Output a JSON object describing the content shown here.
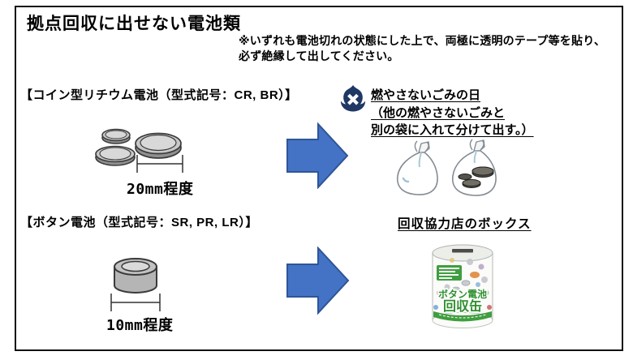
{
  "document": {
    "title": "拠点回収に出せない電池類",
    "note": {
      "line1": "※いずれも電池切れの状態にした上で、両極に透明のテープ等を貼り、",
      "line2": "必ず絶縁して出してください。"
    }
  },
  "coin_battery_section": {
    "heading": "【コイン型リチウム電池（型式記号：CR, BR）】",
    "size_label": "20mm程度",
    "disposal": {
      "icon": "non-burnable-garbage-flame-with-cross",
      "line1": "燃やさないごみの日",
      "line2": "（他の燃やさないごみと",
      "line3": "別の袋に入れて分けて出す。）"
    }
  },
  "button_battery_section": {
    "heading": "【ボタン電池（型式記号：SR, PR, LR）】",
    "size_label": "10mm程度",
    "disposal": {
      "heading": "回収協力店のボックス",
      "can_label": {
        "line1": "ボタン電池",
        "line2": "回収缶"
      }
    }
  },
  "icons": {
    "flow_arrow": "right-block-arrow",
    "non_burnable": "navy-flame-with-white-x"
  },
  "colors": {
    "arrow_fill": "#4472c4",
    "arrow_stroke": "#2e5597",
    "icon_navy": "#1f3864",
    "can_green": "#3f9e3f",
    "battery_gray": "#c8c8c8"
  }
}
